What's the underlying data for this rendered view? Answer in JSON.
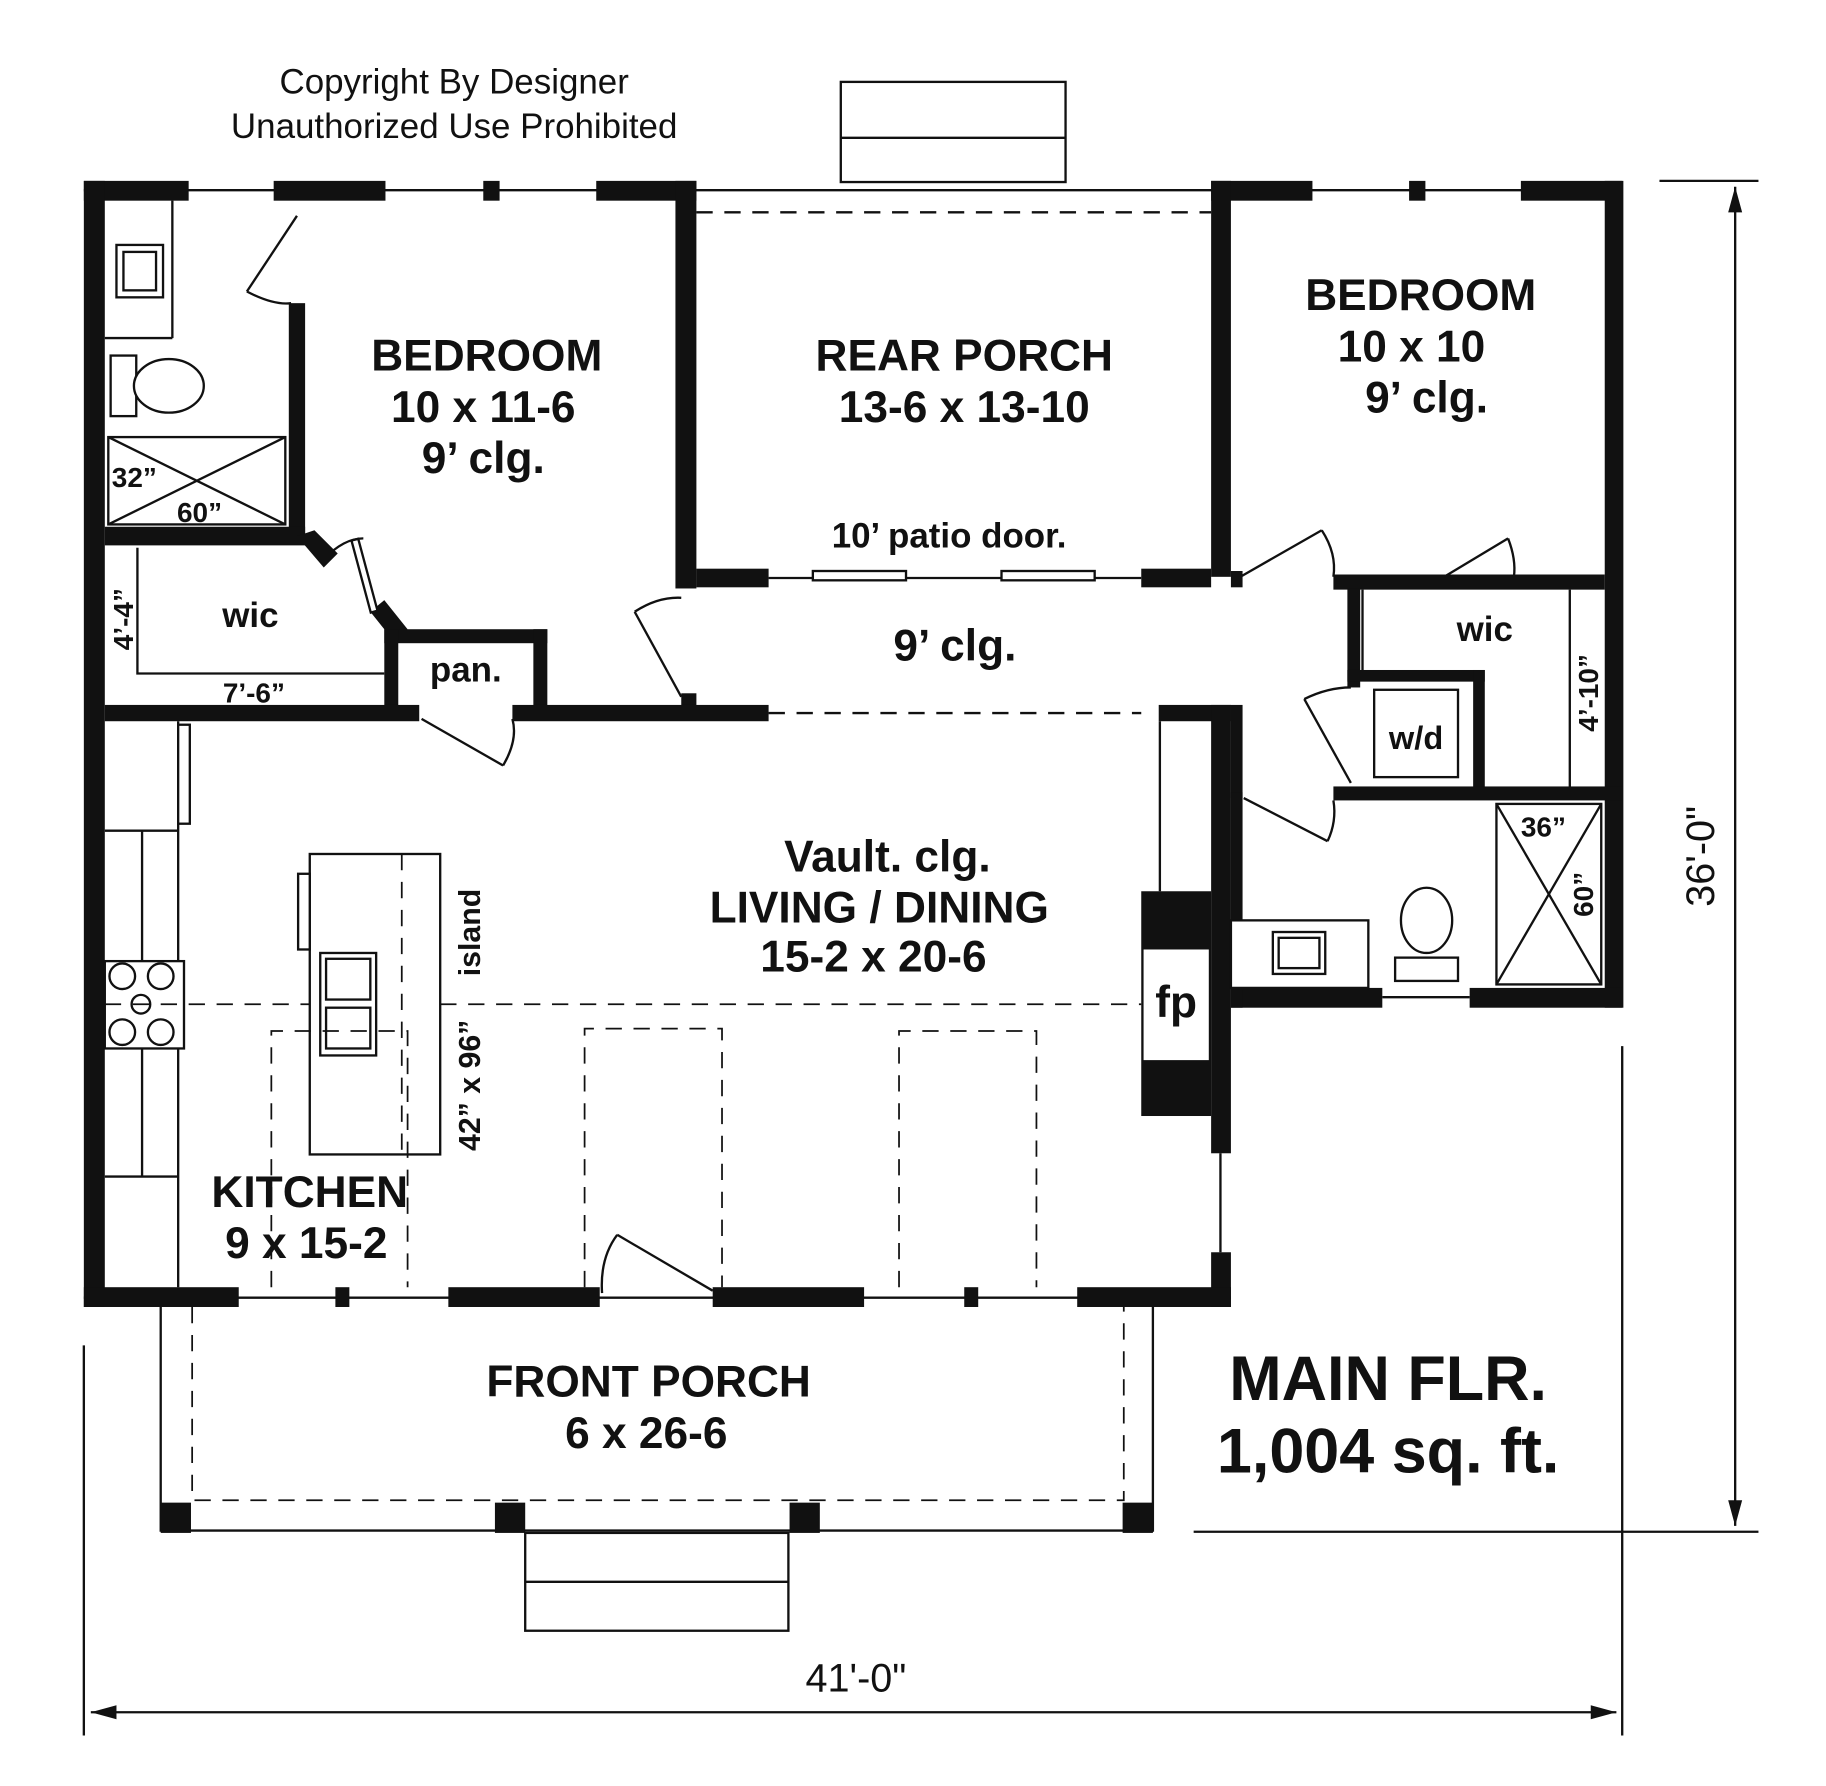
{
  "copyright": {
    "line1": "Copyright By Designer",
    "line2": "Unauthorized Use Prohibited"
  },
  "rooms": {
    "bedroom_left": {
      "name": "BEDROOM",
      "size": "10 x 11-6",
      "ceiling": "9’ clg."
    },
    "rear_porch": {
      "name": "REAR PORCH",
      "size": "13-6 x 13-10",
      "door": "10’ patio door."
    },
    "bedroom_right": {
      "name": "BEDROOM",
      "size": "10 x 10",
      "ceiling": "9’ clg."
    },
    "hall": {
      "ceiling": "9’ clg."
    },
    "wic_left": {
      "name": "wic",
      "depth": "4’-4”",
      "width": "7’-6”"
    },
    "pantry": {
      "name": "pan."
    },
    "wic_right": {
      "name": "wic",
      "depth": "4’-10”"
    },
    "laundry": {
      "name": "w/d"
    },
    "living": {
      "ceiling": "Vault. clg.",
      "name": "LIVING / DINING",
      "size": "15-2 x 20-6"
    },
    "fireplace": {
      "name": "fp"
    },
    "kitchen": {
      "name": "KITCHEN",
      "size": "9 x 15-2",
      "island": "island",
      "island_size": "42” x 96”"
    },
    "front_porch": {
      "name": "FRONT PORCH",
      "size": "6 x 26-6"
    },
    "bath_left": {
      "shower_w": "32”",
      "shower_l": "60”"
    },
    "bath_right": {
      "shower_w": "36”",
      "shower_l": "60”"
    }
  },
  "dimensions": {
    "width": "41'-0\"",
    "depth": "36'-0\""
  },
  "summary": {
    "floor": "MAIN FLR.",
    "area": "1,004 sq. ft."
  }
}
